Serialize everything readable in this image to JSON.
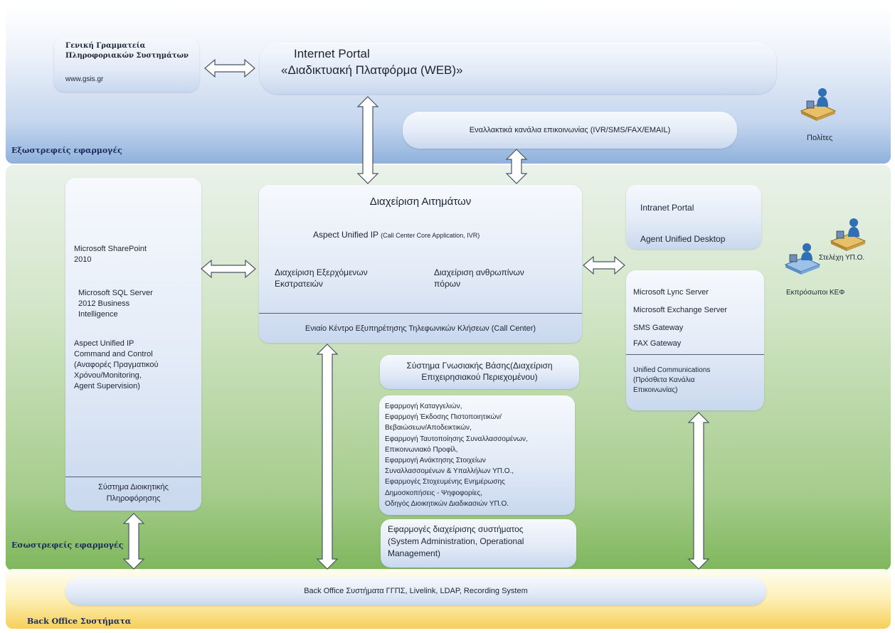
{
  "zones": {
    "external_label": "Εξωστρεφείς εφαρμογές",
    "internal_label": "Εσωστρεφείς εφαρμογές",
    "backoffice_label": "Back Office Συστήματα"
  },
  "gsis": {
    "line1": "Γενική Γραμματεία",
    "line2": "Πληροφοριακών Συστημάτων",
    "url": "www.gsis.gr"
  },
  "portal": {
    "line1": "Internet Portal",
    "line2": "«Διαδικτυακή Πλατφόρμα (WEB)»"
  },
  "alt_channels": "Εναλλακτικά κανάλια επικοινωνίας (IVR/SMS/FAX/EMAIL)",
  "citizens": "Πολίτες",
  "left_column": {
    "item1_l1": "Microsoft SharePoint",
    "item1_l2": "2010",
    "item2_l1": "Microsoft SQL Server",
    "item2_l2": "2012 Business",
    "item2_l3": "Intelligence",
    "item3_l1": "Aspect Unified IP",
    "item3_l2": "Command and Control",
    "item3_l3": "(Αναφορές Πραγματικού",
    "item3_l4": "Χρόνου/Monitoring,",
    "item3_l5": "Agent Supervision)",
    "footer_l1": "Σύστημα Διοικητικής",
    "footer_l2": "Πληροφόρησης"
  },
  "center": {
    "title": "Διαχείριση Αιτημάτων",
    "aspect_main": "Aspect Unified IP",
    "aspect_sub": "(Call Center Core Application, IVR)",
    "left_l1": "Διαχείριση Εξερχόμενων",
    "left_l2": "Εκστρατειών",
    "right_l1": "Διαχείριση ανθρωπίνων",
    "right_l2": "πόρων",
    "footer": "Ενιαίο Κέντρο Εξυπηρέτησης Τηλεφωνικών Κλήσεων (Call Center)"
  },
  "knowledge": {
    "l1": "Σύστημα Γνωσιακής Βάσης(Διαχείριση",
    "l2": "Επιχειρησιακού Περιεχομένου)"
  },
  "apps_list": [
    "Εφαρμογή Καταγγελιών,",
    "Εφαρμογή Έκδοσης Πιστοποιητικών/",
    "Βεβαιώσεων/Αποδεικτικών,",
    "Εφαρμογή Ταυτοποίησης Συναλλασσομένων,",
    "Επικοινωνιακό Προφίλ,",
    "Εφαρμογή Ανάκτησης Στοιχείων",
    "Συναλλασσομένων & Υπαλλήλων ΥΠ.Ο.,",
    "Εφαρμογές Στοχευμένης Ενημέρωσης",
    "Δημοσκοπήσεις - Ψηφοφορίες,",
    "Οδηγός Διοικητικών Διαδικασιών ΥΠ.Ο."
  ],
  "sysadmin": {
    "l1": "Εφαρμογές διαχείρισης συστήματος",
    "l2": "(System Administration, Operational",
    "l3": "Management)"
  },
  "right_top": {
    "l1": "Intranet Portal",
    "l2": "Agent Unified Desktop"
  },
  "right_bottom": {
    "l1": "Microsoft Lync Server",
    "l2": "Microsoft Exchange Server",
    "l3": "SMS Gateway",
    "l4": "FAX Gateway",
    "uc1": "Unified Communications",
    "uc2": "(Πρόσθετα Κανάλια",
    "uc3": "Επικοινωνίας)"
  },
  "staff": "Στελέχη ΥΠ.Ο.",
  "kef": "Εκπρόσωποι ΚΕΦ",
  "backoffice_bar": "Back Office Συστήματα ΓΓΠΣ, Livelink, LDAP,  Recording System",
  "colors": {
    "external_zone": "#8fb1dc",
    "internal_zone": "#7fb75c",
    "backoffice_zone": "#f6cf5a",
    "box_fill": "#dfe8f5"
  }
}
